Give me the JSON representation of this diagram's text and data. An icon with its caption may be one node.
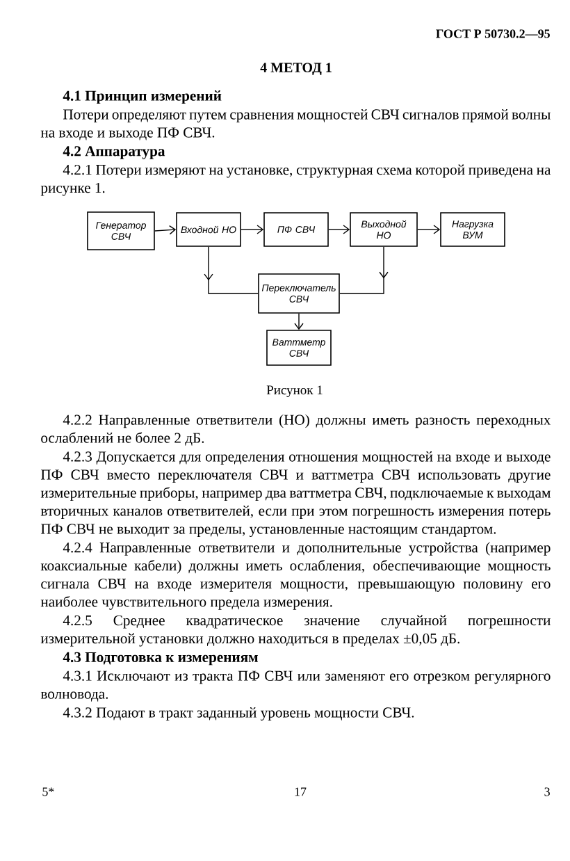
{
  "diagram": {
    "title": "4 МЕТОД 1",
    "caption": "Рисунок 1",
    "nodes": [
      {
        "text": [
          "Генератор СВЧ"
        ]
      },
      {
        "text": [
          "Входной НО"
        ]
      },
      {
        "text": [
          "ПФ СВЧ"
        ]
      },
      {
        "text": [
          "Выходной НО"
        ]
      },
      {
        "text": [
          "Нагрузка ВУМ"
        ]
      },
      {
        "text": [
          "Переключатель СВЧ"
        ]
      },
      {
        "text": [
          "Ваттметр СВЧ"
        ]
      }
    ],
    "edges": [
      {
        "from": 0,
        "to": 1,
        "arrow": "to"
      },
      {
        "from": 1,
        "to": 2,
        "arrow": "to"
      },
      {
        "from": 2,
        "to": 3,
        "arrow": "to"
      },
      {
        "from": 3,
        "to": 4,
        "arrow": "to"
      },
      {
        "from": 1,
        "to": 5,
        "arrow": "to"
      },
      {
        "from": 3,
        "to": 5,
        "arrow": "to"
      },
      {
        "from": 5,
        "to": 6,
        "arrow": "to"
      }
    ],
    "labels": [
      "ГОСТ Р 50730.2—95",
      "4.1 Принцип измерений",
      "Потери определяют путем сравнения мощностей СВЧ сигналов прямой волны на входе и выходе ПФ СВЧ.",
      "4.2 Аппаратура",
      "4.2.1 Потери измеряют на установке, структурная схема которой приведена на рисунке 1.",
      "4.2.2 Направленные ответвители (НО) должны иметь разность переходных ослаблений не более 2 дБ.",
      "4.2.3 Допускается для определения отношения мощностей на входе и выходе ПФ СВЧ вместо переключателя СВЧ и ваттметра СВЧ использовать другие измерительные приборы, например два ваттметра СВЧ, подключаемые к выходам вторичных каналов ответвителей, если при этом погрешность измерения потерь ПФ СВЧ не выходит за пределы, установленные настоящим стандартом.",
      "4.2.4 Направленные ответвители и дополнительные устройства (например коаксиальные кабели) должны иметь ослабления, обеспечивающие мощность сигнала СВЧ на входе измерителя мощности, превышающую половину его наиболее чувствительного предела измерения.",
      "4.2.5 Среднее квадратическое значение случайной погрешности измерительной установки должно находиться в пределах ±0,05 дБ.",
      "4.3 Подготовка к измерениям",
      "4.3.1 Исключают из тракта ПФ СВЧ или заменяют его отрезком регулярного волновода.",
      "4.3.2 Подают в тракт заданный уровень мощности СВЧ.",
      "5*",
      "17",
      "3"
    ]
  }
}
